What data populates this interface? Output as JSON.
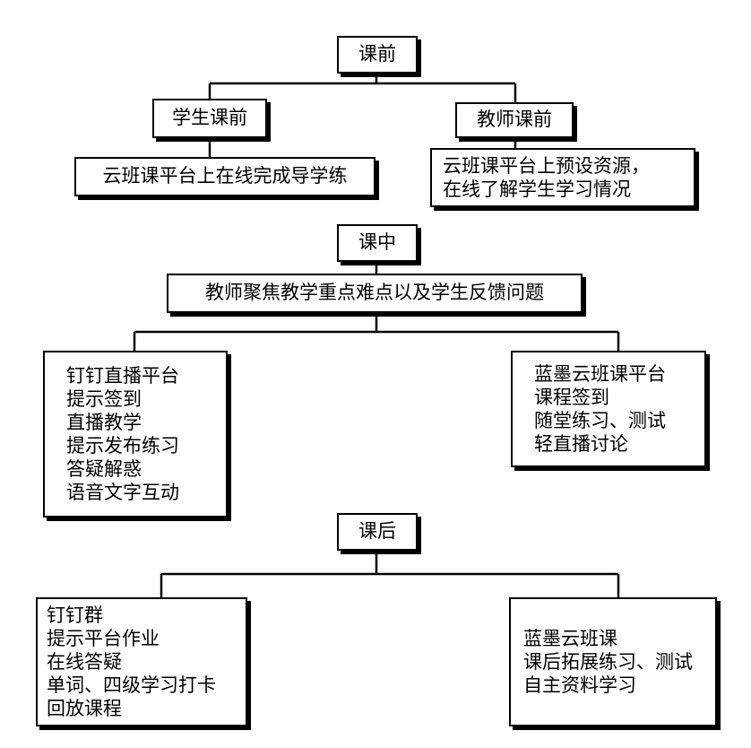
{
  "pre_class": {
    "title": "课前",
    "student": {
      "heading": "学生课前",
      "detail": "云班课平台上在线完成导学练"
    },
    "teacher": {
      "heading": "教师课前",
      "detail_lines": [
        "云班课平台上预设资源，",
        "在线了解学生学习情况"
      ]
    }
  },
  "in_class": {
    "title": "课中",
    "focus": "教师聚焦教学重点难点以及学生反馈问题",
    "dingtalk_lines": [
      "钉钉直播平台",
      "提示签到",
      "直播教学",
      "提示发布练习",
      "答疑解惑",
      "语音文字互动"
    ],
    "mosoteach_lines": [
      "蓝墨云班课平台",
      "课程签到",
      "随堂练习、测试",
      "轻直播讨论"
    ]
  },
  "post_class": {
    "title": "课后",
    "dingtalk_lines": [
      "钉钉群",
      "提示平台作业",
      "在线答疑",
      "单词、四级学习打卡",
      "回放课程"
    ],
    "mosoteach_lines": [
      "蓝墨云班课",
      "课后拓展练习、测试",
      "自主资料学习"
    ]
  }
}
